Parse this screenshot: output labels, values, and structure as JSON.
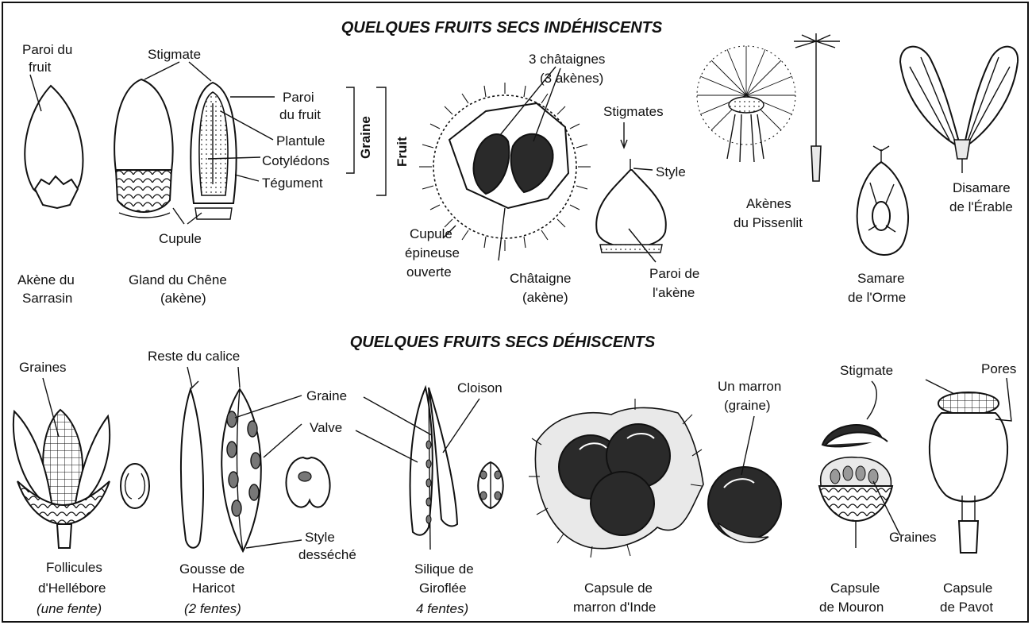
{
  "titles": {
    "indehiscent": "QUELQUES FRUITS SECS INDÉHISCENTS",
    "dehiscent": "QUELQUES FRUITS SECS DÉHISCENTS"
  },
  "top": {
    "paroi_fruit_1": "Paroi du",
    "paroi_fruit_2": "fruit",
    "sarrasin_1": "Akène du",
    "sarrasin_2": "Sarrasin",
    "stigmate": "Stigmate",
    "paroi_1": "Paroi",
    "paroi_2": "du fruit",
    "plantule": "Plantule",
    "cotyledons": "Cotylédons",
    "tegument": "Tégument",
    "graine": "Graine",
    "fruit": "Fruit",
    "cupule": "Cupule",
    "gland_1": "Gland du Chêne",
    "gland_2": "(akène)",
    "chataignes_1": "3 châtaignes",
    "chataignes_2": "(3 akènes)",
    "cupule_ep_1": "Cupule",
    "cupule_ep_2": "épineuse",
    "cupule_ep_3": "ouverte",
    "chataigne_1": "Châtaigne",
    "chataigne_2": "(akène)",
    "stigmates": "Stigmates",
    "style": "Style",
    "paroi_akene_1": "Paroi de",
    "paroi_akene_2": "l'akène",
    "pissenlit_1": "Akènes",
    "pissenlit_2": "du Pissenlit",
    "orme_1": "Samare",
    "orme_2": "de l'Orme",
    "erable_1": "Disamare",
    "erable_2": "de l'Érable"
  },
  "bottom": {
    "graines": "Graines",
    "follicules_1": "Follicules",
    "follicules_2": "d'Hellébore",
    "follicules_3": "(une fente)",
    "reste_calice": "Reste du calice",
    "graine": "Graine",
    "valve": "Valve",
    "style_1": "Style",
    "style_2": "desséché",
    "gousse_1": "Gousse de",
    "gousse_2": "Haricot",
    "gousse_3": "(2 fentes)",
    "cloison": "Cloison",
    "silique_1": "Silique de",
    "silique_2": "Giroflée",
    "silique_3": "4 fentes)",
    "marron_1": "Un marron",
    "marron_2": "(graine)",
    "capsule_marron_1": "Capsule de",
    "capsule_marron_2": "marron d'Inde",
    "stigmate": "Stigmate",
    "pores": "Pores",
    "graines_2": "Graines",
    "mouron_1": "Capsule",
    "mouron_2": "de Mouron",
    "pavot_1": "Capsule",
    "pavot_2": "de Pavot"
  }
}
